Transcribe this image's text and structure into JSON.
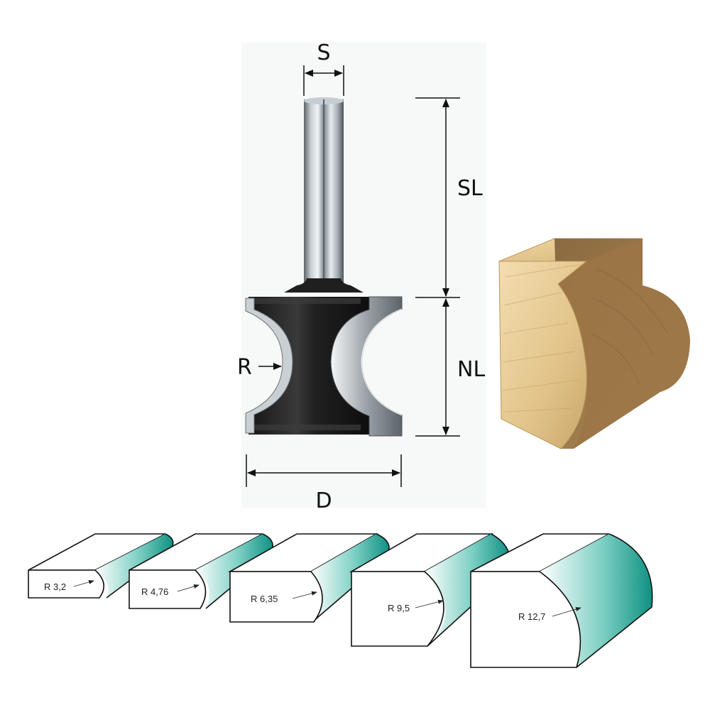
{
  "dimensions": {
    "shank_diameter": "S",
    "shank_length": "SL",
    "cutting_length": "NL",
    "cutter_diameter": "D",
    "radius": "R"
  },
  "profiles": [
    {
      "label": "R 3,2"
    },
    {
      "label": "R 4,76"
    },
    {
      "label": "R 6,35"
    },
    {
      "label": "R 9,5"
    },
    {
      "label": "R 12,7"
    }
  ],
  "colors": {
    "accent_teal": "#1a9a8a",
    "cutter_body": "#1e1e1e",
    "shank_steel": "#8a9298",
    "wood_light": "#e4c88f",
    "wood_dark": "#8e6a3c"
  }
}
